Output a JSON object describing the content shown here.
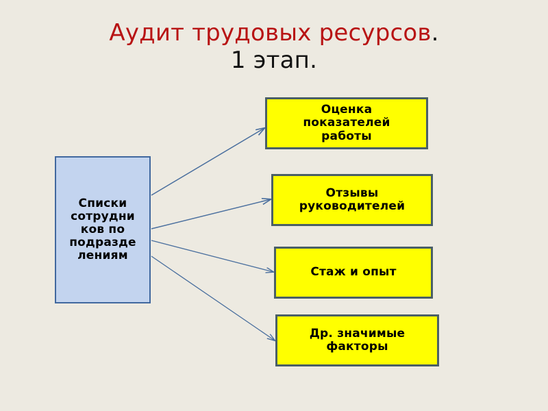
{
  "slide": {
    "background_color": "#edeae1",
    "title": {
      "line1_text": "Аудит трудовых ресурсов",
      "line1_color": "#b81414",
      "line1_punctuation": ".",
      "line2_text": "1 этап.",
      "line2_color": "#111111"
    },
    "diagram": {
      "source_node": {
        "label": "Списки\nсотрудни\nков по\nподразде\nлениям",
        "fill_color": "#c3d4ef",
        "border_color": "#41689e"
      },
      "target_nodes": [
        {
          "id": "eval",
          "label": "Оценка\nпоказателей\nработы",
          "fill_color": "#ffff00",
          "border_color": "#4a5f66"
        },
        {
          "id": "feedback",
          "label": "Отзывы\nруководителей",
          "fill_color": "#ffff00",
          "border_color": "#4a5f66"
        },
        {
          "id": "experience",
          "label": "Стаж и опыт",
          "fill_color": "#ffff00",
          "border_color": "#4a5f66"
        },
        {
          "id": "other",
          "label": "Др. значимые\nфакторы",
          "fill_color": "#ffff00",
          "border_color": "#4a5f66"
        }
      ],
      "connectors": {
        "color": "#4a6f9e",
        "style": "single-headed-arrow",
        "count": 4
      }
    }
  }
}
